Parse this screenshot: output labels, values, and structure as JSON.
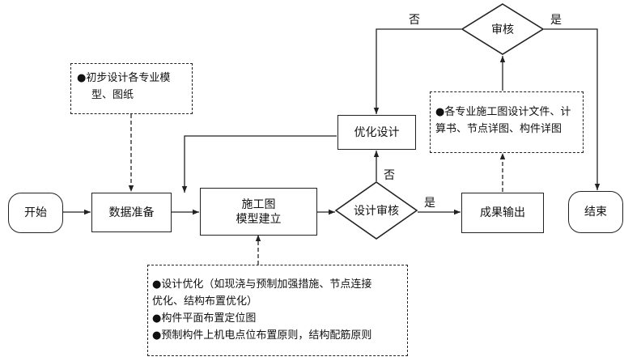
{
  "nodes": {
    "start": "开始",
    "data_prep": "数据准备",
    "model_line1": "施工图",
    "model_line2": "模型建立",
    "design_review": "设计审核",
    "optimize": "优化设计",
    "output": "成果输出",
    "audit": "审核",
    "end": "结束"
  },
  "notes": {
    "input": [
      "●初步设计各专业模",
      "型、图纸"
    ],
    "output_files": [
      "●各专业施工图设计文件、计",
      "算书、节点详图、构件详图"
    ],
    "modeling": [
      "●设计优化（如现浇与预制加强措施、节点连接",
      "优化、结构布置优化）",
      "●构件平面布置定位图",
      "●预制构件上机电点位布置原则，结构配筋原则"
    ]
  },
  "edge_labels": {
    "review_no": "否",
    "review_yes": "是",
    "audit_no": "否",
    "audit_yes": "是"
  }
}
